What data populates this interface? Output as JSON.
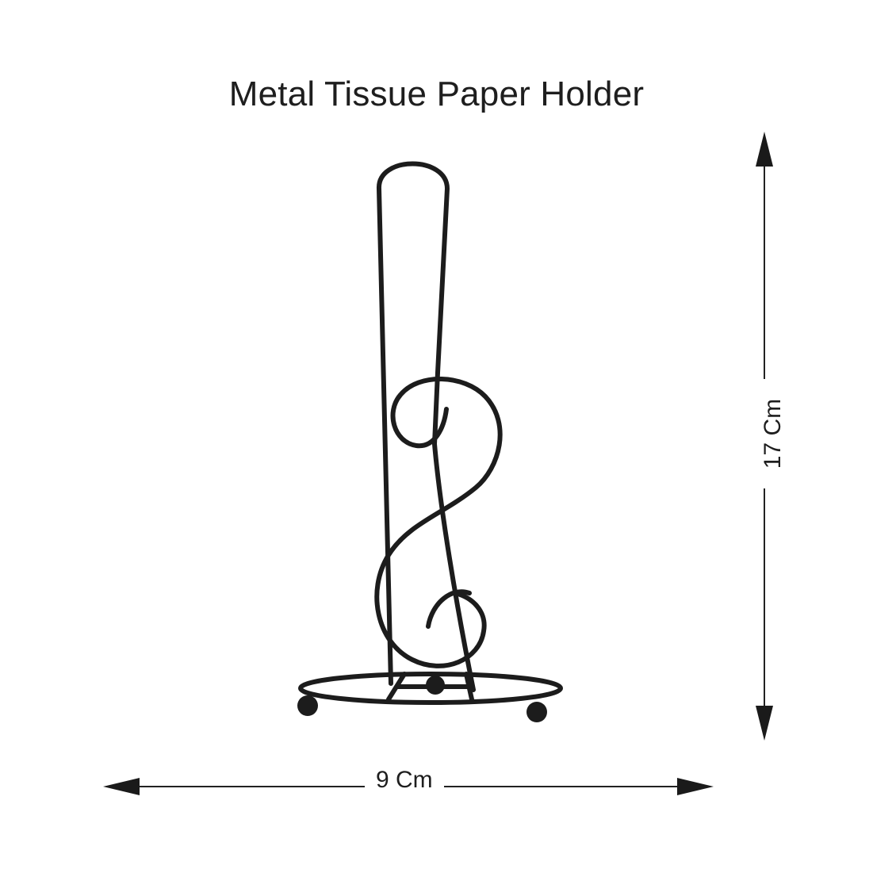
{
  "title": "Metal Tissue Paper Holder",
  "dimensions": {
    "width_label": "9 Cm",
    "height_label": "17 Cm"
  },
  "colors": {
    "background": "#ffffff",
    "metal": "#1c1c1c",
    "text": "#1e1e1e"
  },
  "product": {
    "icon": "tissue-holder-icon"
  }
}
